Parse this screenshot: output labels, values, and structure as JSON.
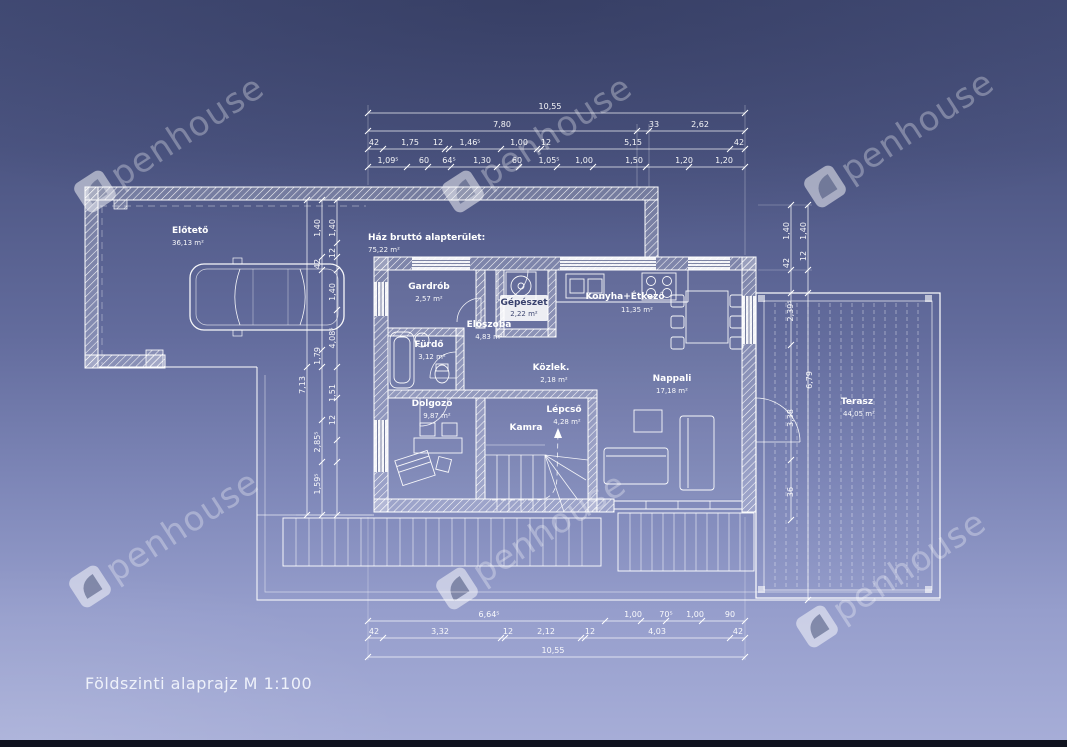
{
  "colors": {
    "background_top": "#444d78",
    "background_bottom": "#a7aed8",
    "line": "#ffffff",
    "label_box": "#ffffff",
    "label_box_text": "#39426e"
  },
  "meta": {
    "drawing_title": "Földszinti alaprajz   M 1:100"
  },
  "watermark": {
    "text": "penhouse"
  },
  "summary": {
    "label": "Ház bruttó alapterület:",
    "value": "75,22 m²"
  },
  "rooms": {
    "elotet": {
      "name": "Előtető",
      "area": "36,13 m²"
    },
    "gardrob": {
      "name": "Gardrób",
      "area": "2,57 m²"
    },
    "gepeszet": {
      "name": "Gépészet",
      "area": "2,22 m²"
    },
    "konyha": {
      "name": "Konyha+Étkező",
      "area": "11,35 m²"
    },
    "eloszoba": {
      "name": "Előszoba",
      "area": "4,83 m²"
    },
    "furdo": {
      "name": "Fürdő",
      "area": "3,12 m²"
    },
    "kozlek": {
      "name": "Közlek.",
      "area": "2,18 m²"
    },
    "nappali": {
      "name": "Nappali",
      "area": "17,18 m²"
    },
    "dolgozo": {
      "name": "Dolgozó",
      "area": "9,87 m²"
    },
    "kamra": {
      "name": "Kamra"
    },
    "lepcso": {
      "name": "Lépcső",
      "area": "4,28 m²"
    },
    "terasz": {
      "name": "Terasz",
      "area": "44,05 m²"
    }
  },
  "dims": {
    "top1": [
      "10,55"
    ],
    "top2": [
      "7,80",
      "33",
      "2,62"
    ],
    "top3": [
      "42",
      "1,75",
      "12",
      "1,46⁵",
      "1,00",
      "12",
      "5,15",
      "42"
    ],
    "top4": [
      "1,09⁵",
      "60",
      "64⁵",
      "1,30",
      "60",
      "1,05⁵",
      "1,00",
      "1,50",
      "1,20",
      "1,20"
    ],
    "bottom1": [
      "6,64⁵",
      "1,00",
      "70⁵",
      "1,00",
      "90"
    ],
    "bottom2": [
      "42",
      "3,32",
      "12",
      "2,12",
      "12",
      "4,03",
      "42"
    ],
    "bottom3": [
      "10,55"
    ],
    "left": [
      "7,13",
      "2,85⁵",
      "1,59⁵",
      "1,79",
      "1,51",
      "12",
      "4,08⁵",
      "1,40",
      "1,40",
      "1,40",
      "42",
      "12"
    ],
    "right": [
      "1,40",
      "1,40",
      "42",
      "12",
      "2,39⁵",
      "6,79",
      "3,38",
      "36"
    ]
  }
}
